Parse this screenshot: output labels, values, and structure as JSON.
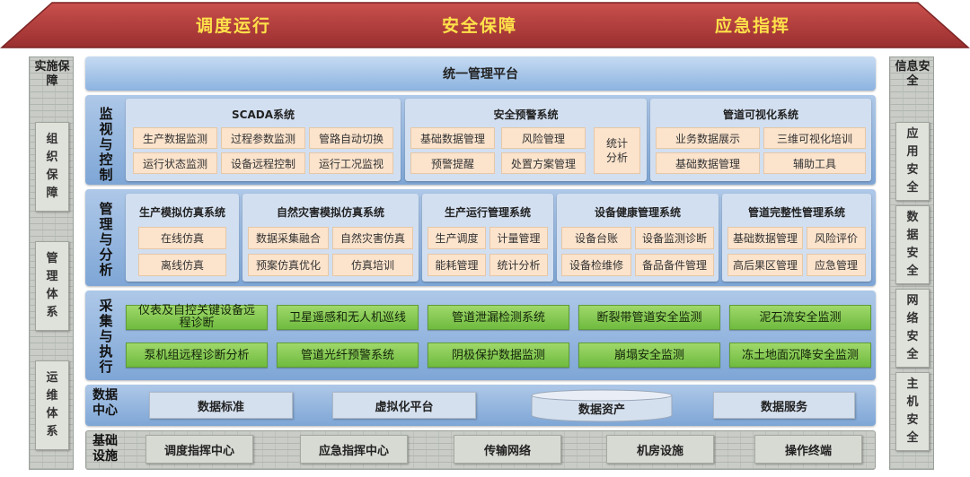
{
  "roof": {
    "labels": [
      "调度运行",
      "安全保障",
      "应急指挥"
    ]
  },
  "left_column": {
    "title": "实施保障",
    "items": [
      "组织保障",
      "管理体系",
      "运维体系"
    ]
  },
  "right_column": {
    "title": "信息安全",
    "items": [
      "应用安全",
      "数据安全",
      "网络安全",
      "主机安全"
    ]
  },
  "platform": {
    "title": "统一管理平台"
  },
  "monitor": {
    "label": "监视与控制",
    "scada": {
      "title": "SCADA系统",
      "cells": [
        "生产数据监测",
        "过程参数监测",
        "管路自动切换",
        "运行状态监测",
        "设备远程控制",
        "运行工况监视"
      ]
    },
    "warning": {
      "title": "安全预警系统",
      "cells": [
        "基础数据管理",
        "风险管理",
        "预警提醒",
        "处置方案管理"
      ],
      "side": "统计分析"
    },
    "visual": {
      "title": "管道可视化系统",
      "cells": [
        "业务数据展示",
        "三维可视化培训",
        "基础数据管理",
        "辅助工具"
      ]
    }
  },
  "manage": {
    "label": "管理与分析",
    "sim": {
      "title": "生产模拟仿真系统",
      "cells": [
        "在线仿真",
        "离线仿真"
      ]
    },
    "disaster": {
      "title": "自然灾害模拟仿真系统",
      "cells": [
        "数据采集融合",
        "自然灾害仿真",
        "预案仿真优化",
        "仿真培训"
      ]
    },
    "operation": {
      "title": "生产运行管理系统",
      "cells": [
        "生产调度",
        "计量管理",
        "能耗管理",
        "统计分析"
      ]
    },
    "health": {
      "title": "设备健康管理系统",
      "cells": [
        "设备台账",
        "设备监测诊断",
        "设备检维修",
        "备品备件管理"
      ]
    },
    "integrity": {
      "title": "管道完整性管理系统",
      "cells": [
        "基础数据管理",
        "风险评价",
        "高后果区管理",
        "应急管理"
      ]
    }
  },
  "collect": {
    "label": "采集与执行",
    "row1": [
      "仪表及自控关键设备远程诊断",
      "卫星遥感和无人机巡线",
      "管道泄漏检测系统",
      "断裂带管道安全监测",
      "泥石流安全监测"
    ],
    "row2": [
      "泵机组远程诊断分析",
      "管道光纤预警系统",
      "阴极保护数据监测",
      "崩塌安全监测",
      "冻土地面沉降安全监测"
    ]
  },
  "datacenter": {
    "label": "数据中心",
    "items": [
      "数据标准",
      "虚拟化平台",
      "数据资产",
      "数据服务"
    ]
  },
  "infrastructure": {
    "label": "基础设施",
    "items": [
      "调度指挥中心",
      "应急指挥中心",
      "传输网络",
      "机房设施",
      "操作终端"
    ]
  },
  "colors": {
    "roof": "#b03a3a",
    "roof_text": "#ffe14a",
    "band": "#8fb2dd",
    "cell": "#fbe3cc",
    "green": "#7dc34a"
  }
}
